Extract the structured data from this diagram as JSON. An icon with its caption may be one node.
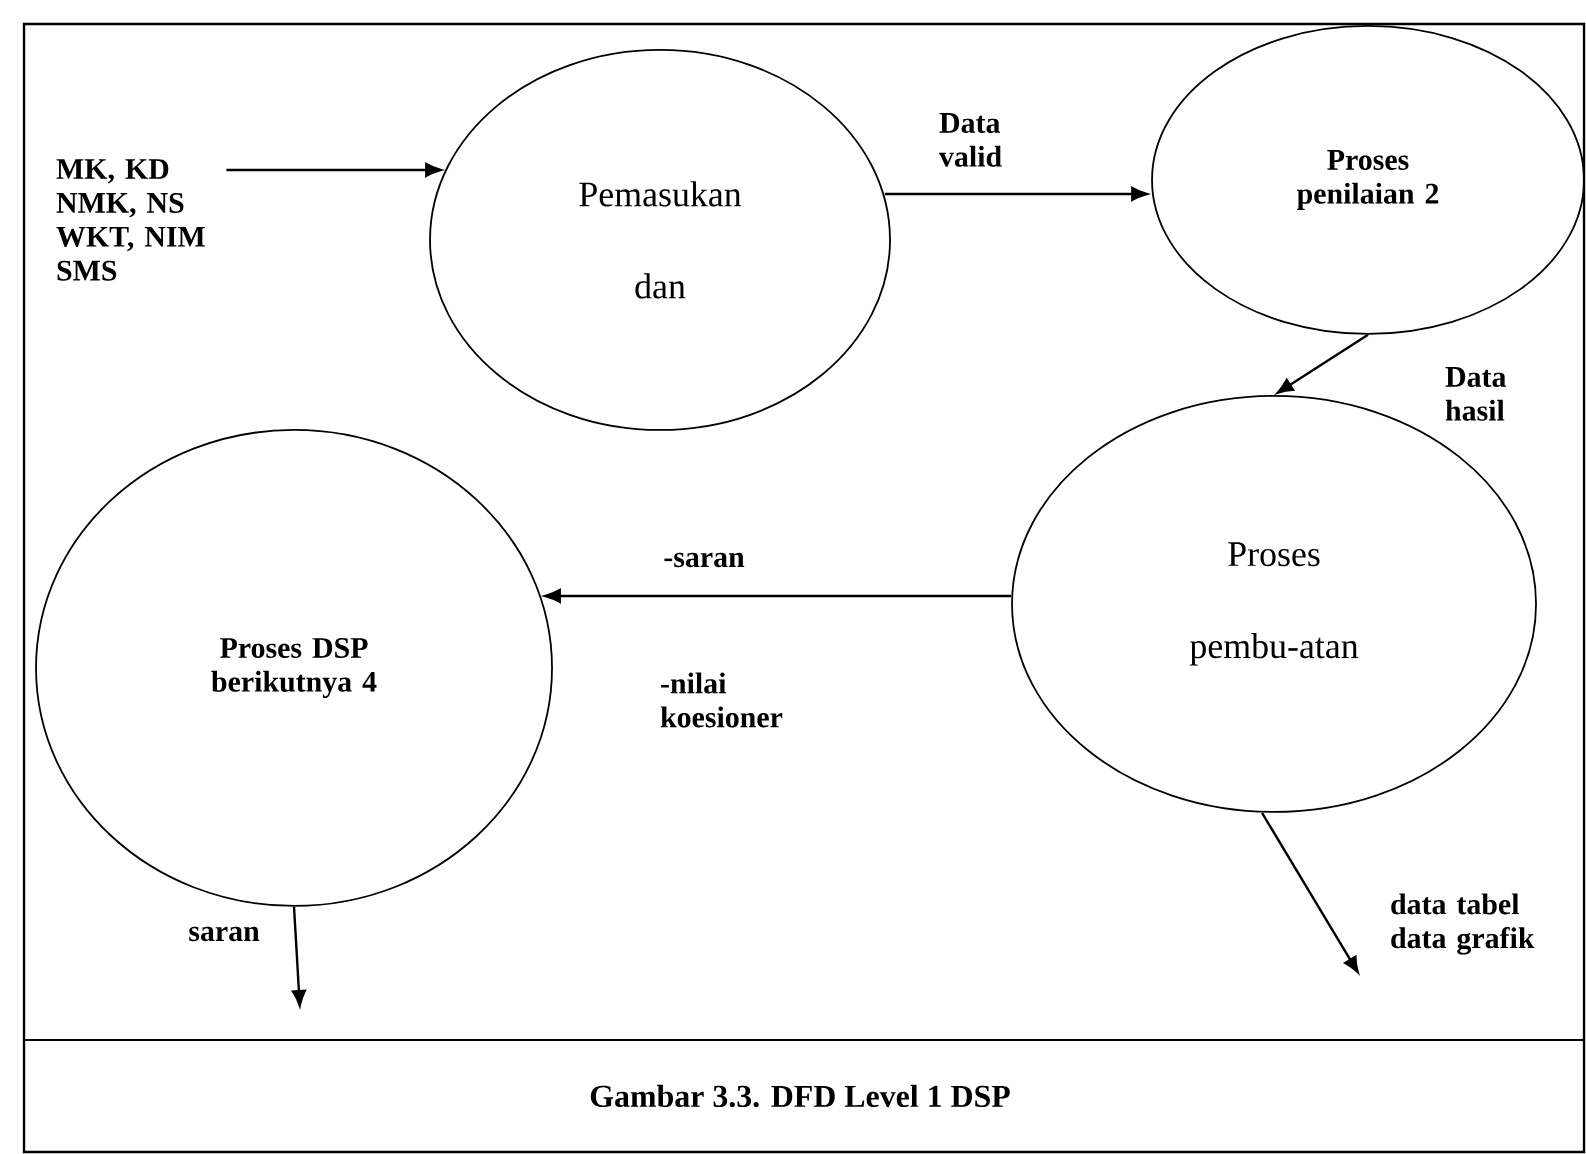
{
  "diagram": {
    "caption": "Gambar 3.3. DFD Level 1 DSP",
    "nodes": [
      {
        "text": [
          "MK, KD NMK, NS WKT, NIM SMS"
        ]
      },
      {
        "text": [
          "Pemasukan",
          "dan"
        ]
      },
      {
        "text": [
          "Proses penilaian 2"
        ]
      },
      {
        "text": [
          "Proses",
          "pembu-atan"
        ]
      },
      {
        "text": [
          "Proses DSP berikutnya 4"
        ]
      }
    ],
    "edges": [
      {
        "from": 0,
        "to": 1,
        "arrow": "to"
      },
      {
        "from": 1,
        "to": 2,
        "arrow": "to",
        "label": "Data valid"
      },
      {
        "from": 2,
        "to": 3,
        "arrow": "to",
        "label": "Data hasil"
      },
      {
        "from": 3,
        "to": 4,
        "arrow": "to",
        "label": "-saran"
      },
      {
        "from": 4,
        "to": null,
        "arrow": "to",
        "label": "saran"
      },
      {
        "from": 3,
        "to": null,
        "arrow": "to",
        "label": "data tabel data grafik"
      }
    ],
    "labels": [
      "-nilai koesioner"
    ]
  }
}
